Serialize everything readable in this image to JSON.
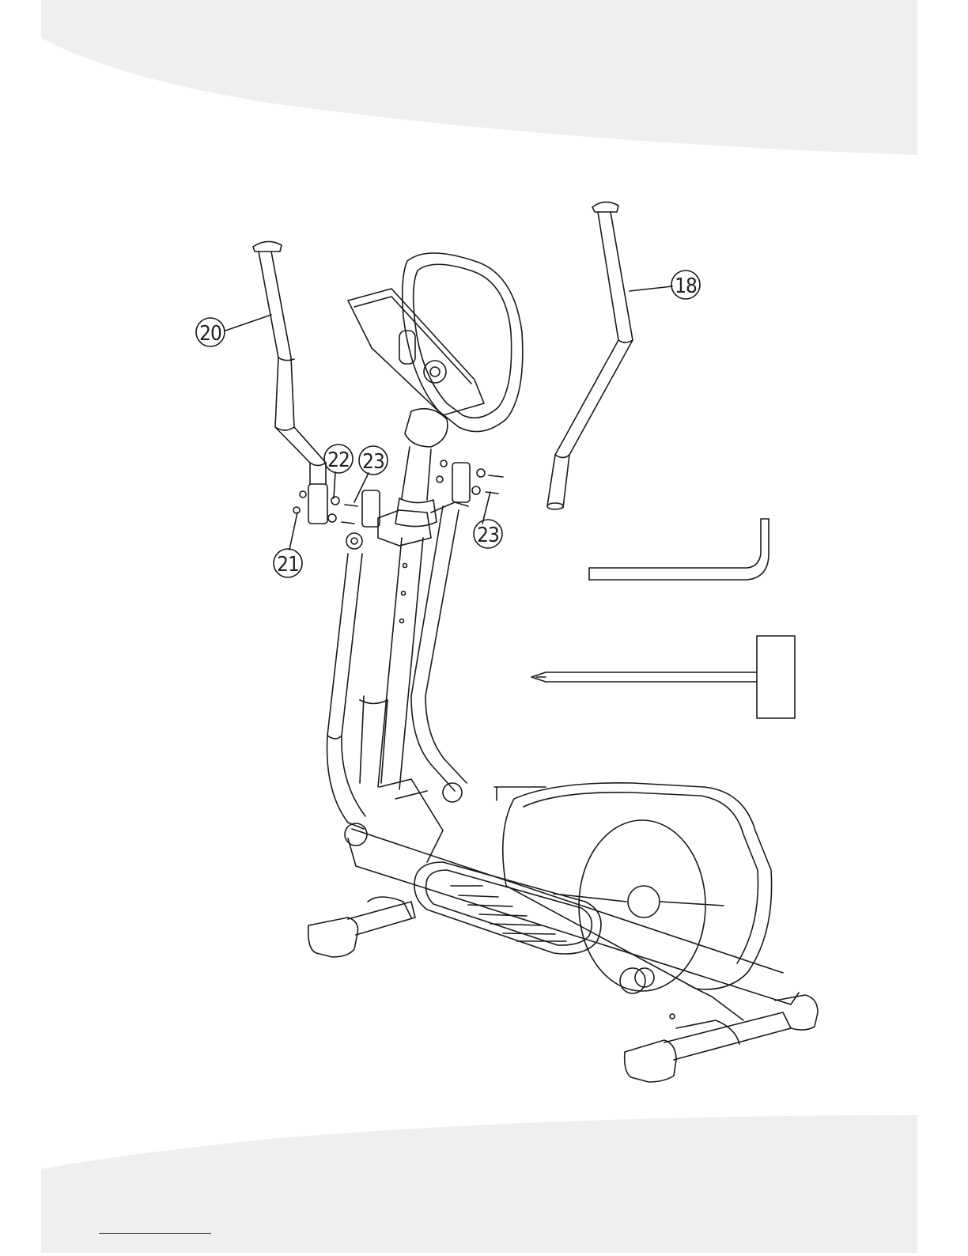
{
  "colors": {
    "band": "#efefef",
    "line": "#1a1a1a",
    "link": "#2a4fd1"
  },
  "callouts": [
    {
      "id": "callout-20",
      "label": "20"
    },
    {
      "id": "callout-18",
      "label": "18"
    },
    {
      "id": "callout-22",
      "label": "22"
    },
    {
      "id": "callout-23-left",
      "label": "23"
    },
    {
      "id": "callout-23-right",
      "label": "23"
    },
    {
      "id": "callout-21",
      "label": "21"
    }
  ],
  "tools": [
    {
      "id": "allen-key",
      "icon": "allen-key-icon"
    },
    {
      "id": "screwdriver",
      "icon": "screwdriver-icon"
    }
  ]
}
